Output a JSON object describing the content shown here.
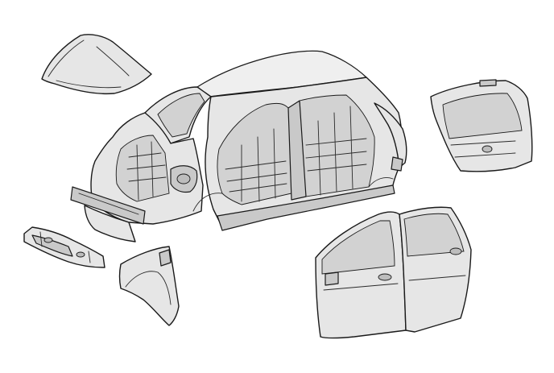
{
  "diagram": {
    "parts": [
      {
        "id": "hood",
        "icon": "hood-panel-icon"
      },
      {
        "id": "body-shell",
        "icon": "body-in-white-icon"
      },
      {
        "id": "back-door",
        "icon": "hatchback-door-icon"
      },
      {
        "id": "front-door",
        "icon": "front-door-icon"
      },
      {
        "id": "rear-door",
        "icon": "rear-door-icon"
      },
      {
        "id": "front-fender",
        "icon": "fender-icon"
      },
      {
        "id": "floor-crossmember",
        "icon": "crossmember-icon"
      }
    ],
    "colors": {
      "panel_fill": "#e6e6e6",
      "outline": "#1a1a1a",
      "background": "#ffffff"
    }
  }
}
